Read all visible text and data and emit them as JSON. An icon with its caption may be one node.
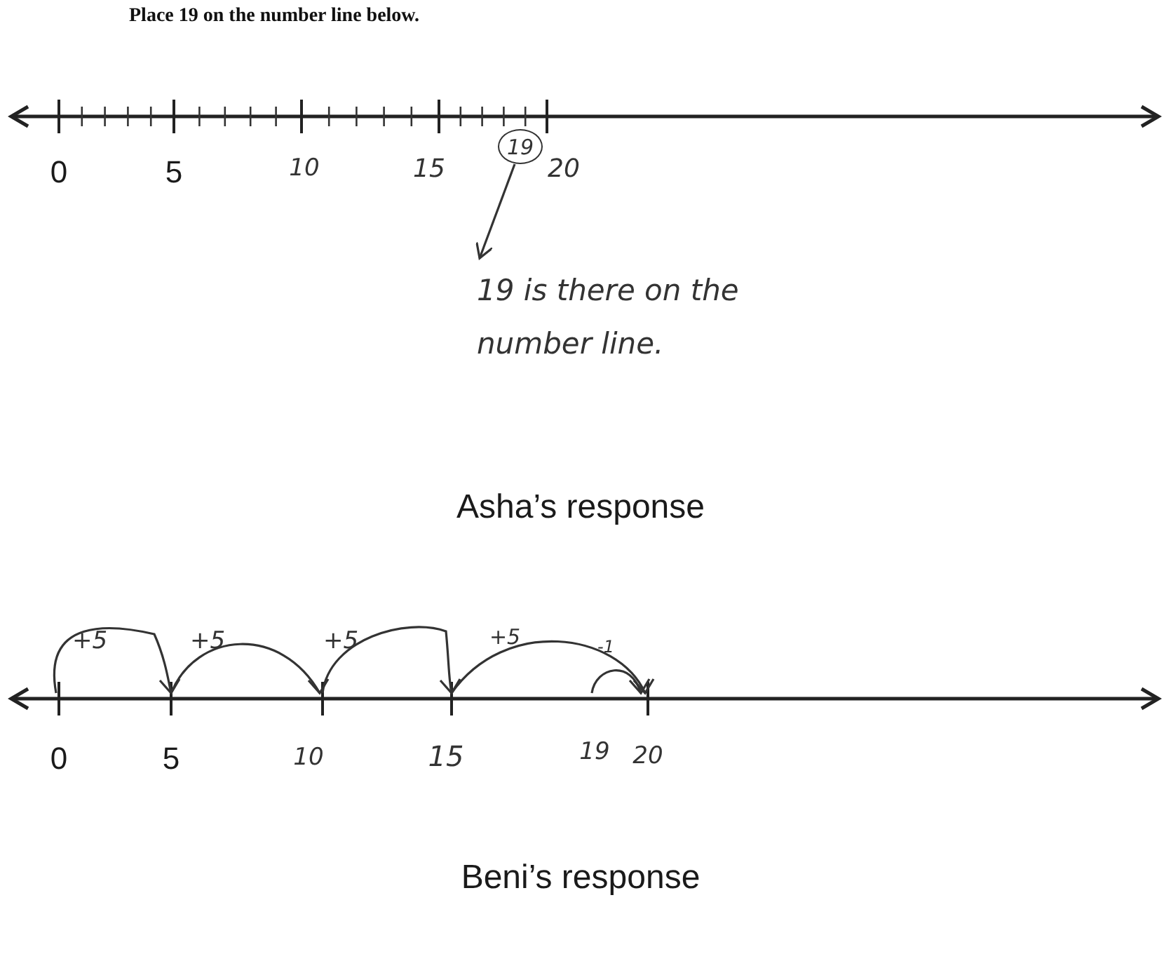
{
  "diagram": {
    "title": "Place 19 on the number line below.",
    "nodes": [
      {
        "text": [
          "19"
        ]
      },
      {
        "text": [
          "19 is there on the number line."
        ]
      }
    ],
    "edges": [
      {
        "from": 0,
        "to": 1,
        "arrow": "to"
      }
    ],
    "labels": [
      "0",
      "5",
      "10",
      "15",
      "20",
      "Asha’s response",
      "+5",
      "+5",
      "+5",
      "+5",
      "-1",
      "0",
      "5",
      "10",
      "15",
      "19",
      "20",
      "Beni’s response"
    ]
  }
}
